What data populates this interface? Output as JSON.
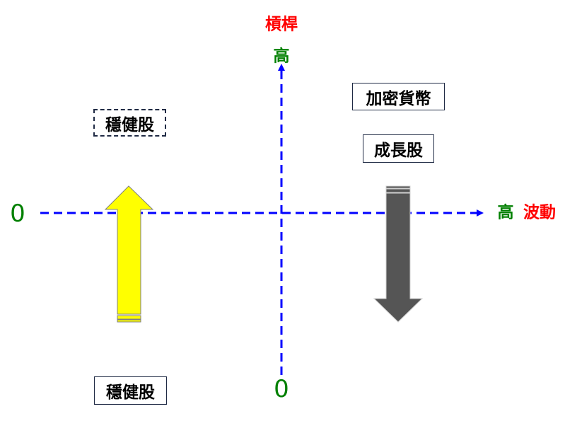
{
  "y_axis": {
    "title": "槓桿",
    "high_label": "高",
    "zero_label": "0"
  },
  "x_axis": {
    "high_label": "高",
    "title": "波動",
    "zero_label": "0"
  },
  "boxes": {
    "stable_top": "穩健股",
    "crypto": "加密貨幣",
    "growth": "成長股",
    "stable_bottom": "穩健股"
  },
  "colors": {
    "axis": "#0000ff",
    "up_arrow": "#ffff00",
    "down_arrow": "#555555",
    "title": "#ff0000",
    "tick": "#008000"
  }
}
